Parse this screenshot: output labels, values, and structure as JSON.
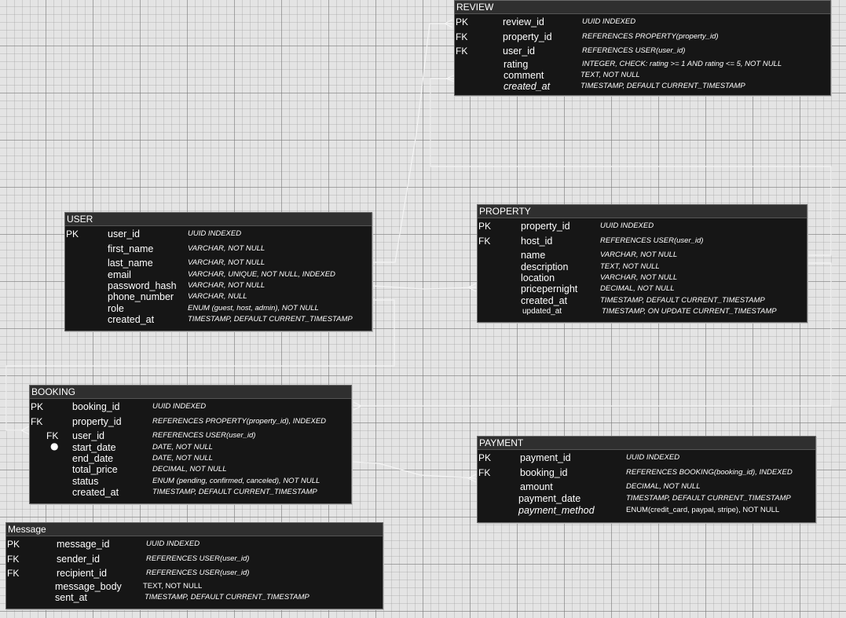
{
  "entities": {
    "review": {
      "title": "REVIEW",
      "rows": [
        {
          "key": "PK",
          "name": "review_id",
          "type": "UUID INDEXED"
        },
        {
          "key": "FK",
          "name": "property_id",
          "type": "REFERENCES PROPERTY(property_id)"
        },
        {
          "key": "FK",
          "name": "user_id",
          "type": "REFERENCES USER(user_id)"
        },
        {
          "key": "",
          "name": "rating",
          "type": "INTEGER, CHECK: rating >= 1 AND rating <= 5, NOT NULL"
        },
        {
          "key": "",
          "name": "comment",
          "type": "TEXT, NOT NULL"
        },
        {
          "key": "",
          "name": "created_at",
          "type": "TIMESTAMP, DEFAULT CURRENT_TIMESTAMP"
        }
      ]
    },
    "user": {
      "title": "USER",
      "rows": [
        {
          "key": "PK",
          "name": "user_id",
          "type": "UUID INDEXED"
        },
        {
          "key": "",
          "name": "first_name",
          "type": "VARCHAR, NOT NULL"
        },
        {
          "key": "",
          "name": "last_name",
          "type": "VARCHAR, NOT NULL"
        },
        {
          "key": "",
          "name": "email",
          "type": "VARCHAR, UNIQUE, NOT NULL, INDEXED"
        },
        {
          "key": "",
          "name": "password_hash",
          "type": "VARCHAR, NOT NULL"
        },
        {
          "key": "",
          "name": "phone_number",
          "type": "VARCHAR, NULL"
        },
        {
          "key": "",
          "name": "role",
          "type": "ENUM (guest, host, admin), NOT NULL"
        },
        {
          "key": "",
          "name": "created_at",
          "type": "TIMESTAMP, DEFAULT CURRENT_TIMESTAMP"
        }
      ]
    },
    "property": {
      "title": "PROPERTY",
      "rows": [
        {
          "key": "PK",
          "name": "property_id",
          "type": "UUID INDEXED"
        },
        {
          "key": "FK",
          "name": "host_id",
          "type": "REFERENCES USER(user_id)"
        },
        {
          "key": "",
          "name": "name",
          "type": "VARCHAR, NOT NULL"
        },
        {
          "key": "",
          "name": "description",
          "type": "TEXT, NOT NULL"
        },
        {
          "key": "",
          "name": "location",
          "type": "VARCHAR, NOT NULL"
        },
        {
          "key": "",
          "name": "pricepernight",
          "type": "DECIMAL, NOT NULL"
        },
        {
          "key": "",
          "name": "created_at",
          "type": "TIMESTAMP, DEFAULT CURRENT_TIMESTAMP"
        },
        {
          "key": "",
          "name": "updated_at",
          "type": "TIMESTAMP, ON UPDATE CURRENT_TIMESTAMP"
        }
      ]
    },
    "booking": {
      "title": "BOOKING",
      "rows": [
        {
          "key": "PK",
          "name": "booking_id",
          "type": "UUID INDEXED"
        },
        {
          "key": "FK",
          "name": "property_id",
          "type": "REFERENCES PROPERTY(property_id), INDEXED"
        },
        {
          "key": "FK",
          "name": "user_id",
          "type": "REFERENCES USER(user_id)"
        },
        {
          "key": "",
          "name": "start_date",
          "type": "DATE, NOT NULL"
        },
        {
          "key": "",
          "name": "end_date",
          "type": "DATE, NOT NULL"
        },
        {
          "key": "",
          "name": "total_price",
          "type": "DECIMAL, NOT NULL"
        },
        {
          "key": "",
          "name": "status",
          "type": "ENUM (pending, confirmed, canceled), NOT NULL"
        },
        {
          "key": "",
          "name": "created_at",
          "type": "TIMESTAMP, DEFAULT CURRENT_TIMESTAMP"
        }
      ]
    },
    "payment": {
      "title": "PAYMENT",
      "rows": [
        {
          "key": "PK",
          "name": "payment_id",
          "type": "UUID INDEXED"
        },
        {
          "key": "FK",
          "name": "booking_id",
          "type": "REFERENCES BOOKING(booking_id), INDEXED"
        },
        {
          "key": "",
          "name": "amount",
          "type": "DECIMAL, NOT NULL"
        },
        {
          "key": "",
          "name": "payment_date",
          "type": "TIMESTAMP, DEFAULT CURRENT_TIMESTAMP"
        },
        {
          "key": "",
          "name": "payment_method",
          "type": "ENUM(credit_card, paypal, stripe), NOT NULL"
        }
      ]
    },
    "message": {
      "title": "Message",
      "rows": [
        {
          "key": "PK",
          "name": "message_id",
          "type": "UUID INDEXED"
        },
        {
          "key": "FK",
          "name": "sender_id",
          "type": "REFERENCES USER(user_id)"
        },
        {
          "key": "FK",
          "name": "recipient_id",
          "type": "REFERENCES USER(user_id)"
        },
        {
          "key": "",
          "name": "message_body",
          "type": "TEXT, NOT NULL"
        },
        {
          "key": "",
          "name": "sent_at",
          "type": "TIMESTAMP, DEFAULT CURRENT_TIMESTAMP"
        }
      ]
    }
  }
}
